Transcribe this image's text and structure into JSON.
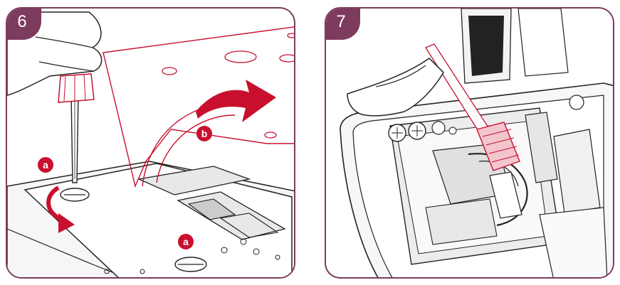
{
  "colors": {
    "frame": "#7d3b5e",
    "accent": "#c8102e",
    "line": "#222222"
  },
  "panels": [
    {
      "step": "6",
      "callouts": [
        "a",
        "b",
        "a"
      ],
      "icons": [
        "screwdriver-icon",
        "stitch-plate-icon",
        "rotate-arrow-icon",
        "lift-arrow-icon"
      ]
    },
    {
      "step": "7",
      "callouts": [],
      "icons": [
        "cleaning-brush-icon",
        "bobbin-area-icon"
      ]
    }
  ]
}
